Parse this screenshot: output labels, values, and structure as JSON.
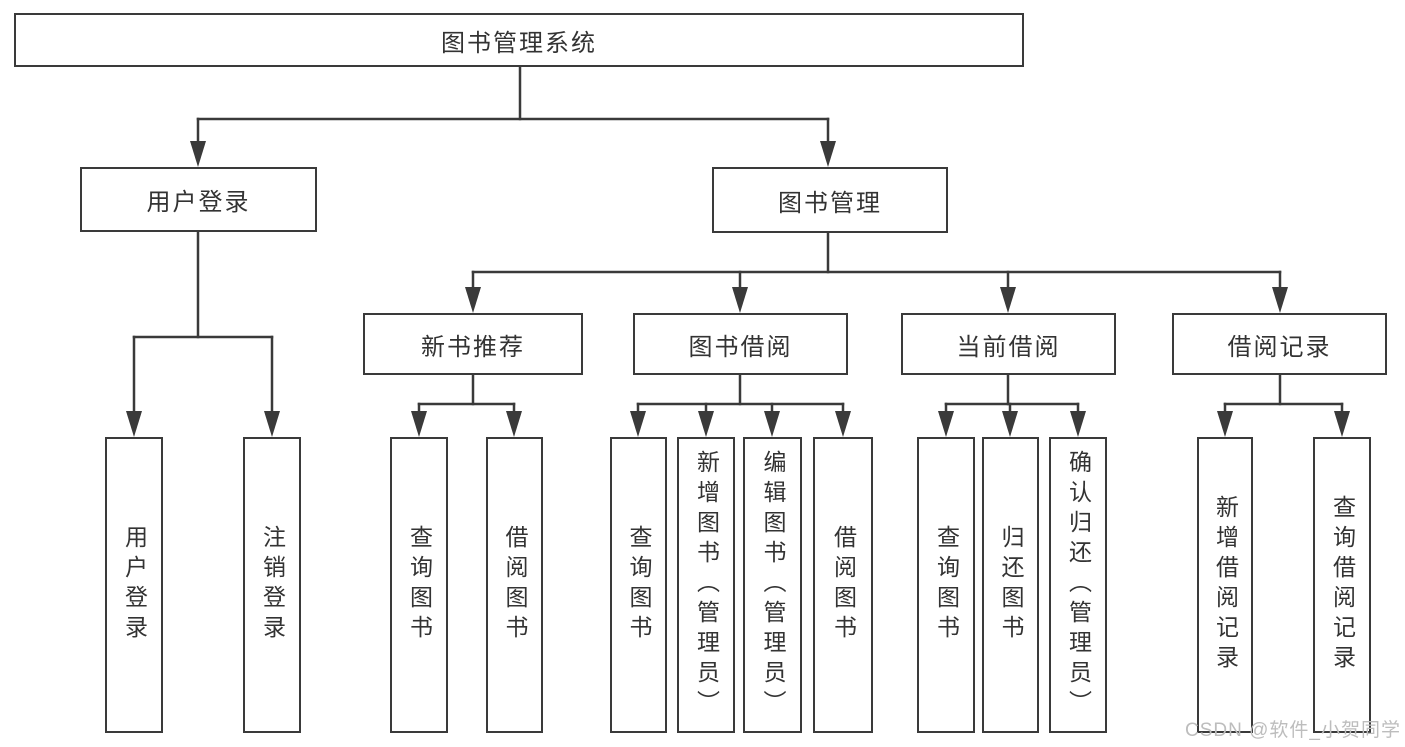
{
  "diagram": {
    "title": "图书管理系统",
    "branches": [
      {
        "label": "用户登录",
        "children": [
          "用户登录",
          "注销登录"
        ]
      },
      {
        "label": "图书管理",
        "sections": [
          {
            "label": "新书推荐",
            "children": [
              "查询图书",
              "借阅图书"
            ]
          },
          {
            "label": "图书借阅",
            "children": [
              "查询图书",
              "新增图书（管理员）",
              "编辑图书（管理员）",
              "借阅图书"
            ]
          },
          {
            "label": "当前借阅",
            "children": [
              "查询图书",
              "归还图书",
              "确认归还（管理员）"
            ]
          },
          {
            "label": "借阅记录",
            "children": [
              "新增借阅记录",
              "查询借阅记录"
            ]
          }
        ]
      }
    ]
  },
  "watermark": {
    "text": "CSDN @软件_小贺同学"
  },
  "colors": {
    "line": "#3a3a3a",
    "text": "#333333",
    "watermark": "#bdbdbd"
  }
}
